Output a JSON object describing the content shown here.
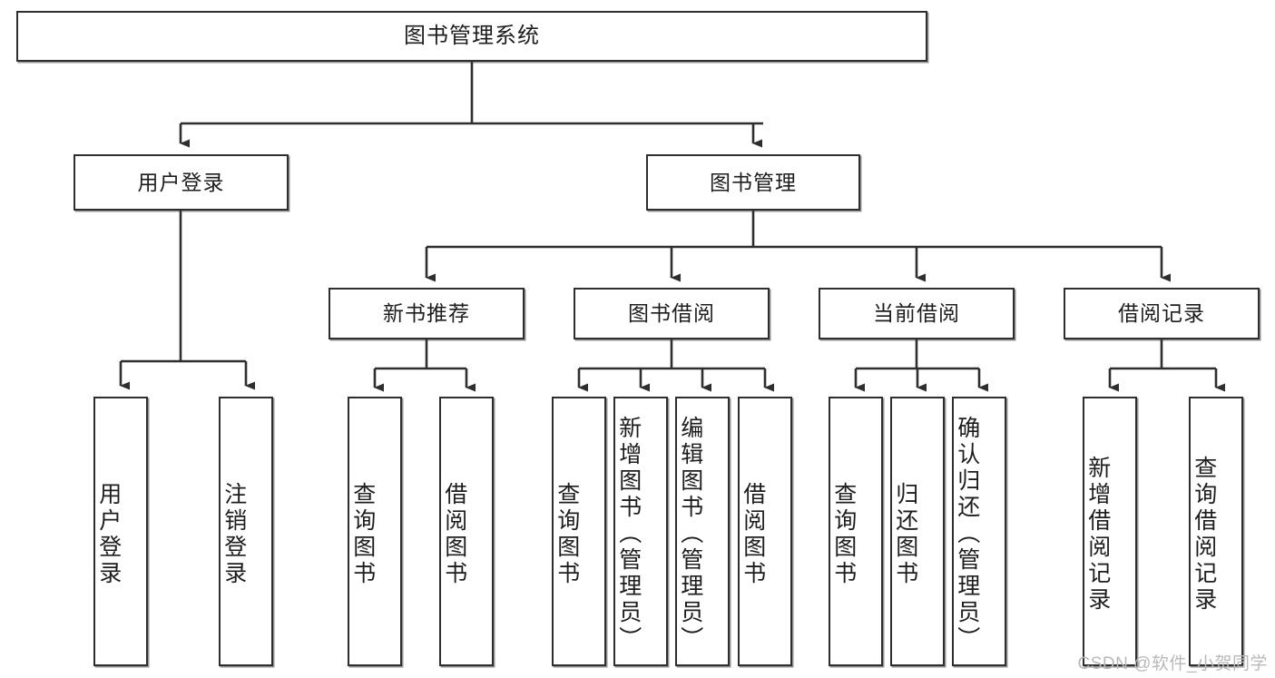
{
  "diagram": {
    "title": "图书管理系统",
    "watermark": "CSDN @软件_小贺同学",
    "stroke_color": "#2e2e2e",
    "fill_color": "#ffffff",
    "text_color": "#1d1d1d",
    "watermark_color": "#b9b9b9"
  },
  "nodes": {
    "root": {
      "label": "图书管理系统"
    },
    "level2": [
      {
        "label": "用户登录"
      },
      {
        "label": "图书管理"
      }
    ],
    "level3": [
      {
        "label": "新书推荐"
      },
      {
        "label": "图书借阅"
      },
      {
        "label": "当前借阅"
      },
      {
        "label": "借阅记录"
      }
    ],
    "leaves": {
      "user_login": [
        {
          "label": "用户登录"
        },
        {
          "label": "注销登录"
        }
      ],
      "new_book_recommend": [
        {
          "label": "查询图书"
        },
        {
          "label": "借阅图书"
        }
      ],
      "book_borrow": [
        {
          "label": "查询图书"
        },
        {
          "label": "新增图书（管理员）"
        },
        {
          "label": "编辑图书（管理员）"
        },
        {
          "label": "借阅图书"
        }
      ],
      "current_borrow": [
        {
          "label": "查询图书"
        },
        {
          "label": "归还图书"
        },
        {
          "label": "确认归还（管理员）"
        }
      ],
      "borrow_record": [
        {
          "label": "新增借阅记录"
        },
        {
          "label": "查询借阅记录"
        }
      ]
    }
  },
  "chart_data": {
    "type": "tree-diagram",
    "title": "图书管理系统",
    "orientation": "top-down",
    "tree": {
      "name": "图书管理系统",
      "children": [
        {
          "name": "用户登录",
          "children": [
            {
              "name": "用户登录"
            },
            {
              "name": "注销登录"
            }
          ]
        },
        {
          "name": "图书管理",
          "children": [
            {
              "name": "新书推荐",
              "children": [
                {
                  "name": "查询图书"
                },
                {
                  "name": "借阅图书"
                }
              ]
            },
            {
              "name": "图书借阅",
              "children": [
                {
                  "name": "查询图书"
                },
                {
                  "name": "新增图书（管理员）"
                },
                {
                  "name": "编辑图书（管理员）"
                },
                {
                  "name": "借阅图书"
                }
              ]
            },
            {
              "name": "当前借阅",
              "children": [
                {
                  "name": "查询图书"
                },
                {
                  "name": "归还图书"
                },
                {
                  "name": "确认归还（管理员）"
                }
              ]
            },
            {
              "name": "借阅记录",
              "children": [
                {
                  "name": "新增借阅记录"
                },
                {
                  "name": "查询借阅记录"
                }
              ]
            }
          ]
        }
      ]
    }
  }
}
